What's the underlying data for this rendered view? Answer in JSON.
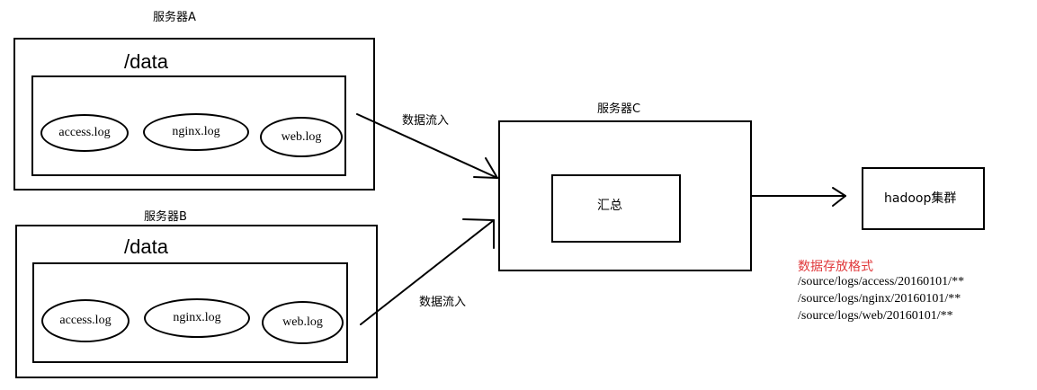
{
  "server_a": {
    "title": "服务器A",
    "dir": "/data",
    "files": [
      "access.log",
      "nginx.log",
      "web.log"
    ]
  },
  "server_b": {
    "title": "服务器B",
    "dir": "/data",
    "files": [
      "access.log",
      "nginx.log",
      "web.log"
    ]
  },
  "flow_label_a": "数据流入",
  "flow_label_b": "数据流入",
  "server_c": {
    "title": "服务器C",
    "inner": "汇总"
  },
  "hadoop": {
    "label": "hadoop集群"
  },
  "storage_note": {
    "title": "数据存放格式",
    "title_color": "#e0383b",
    "paths": [
      "/source/logs/access/20160101/**",
      "/source/logs/nginx/20160101/**",
      "/source/logs/web/20160101/**"
    ]
  }
}
